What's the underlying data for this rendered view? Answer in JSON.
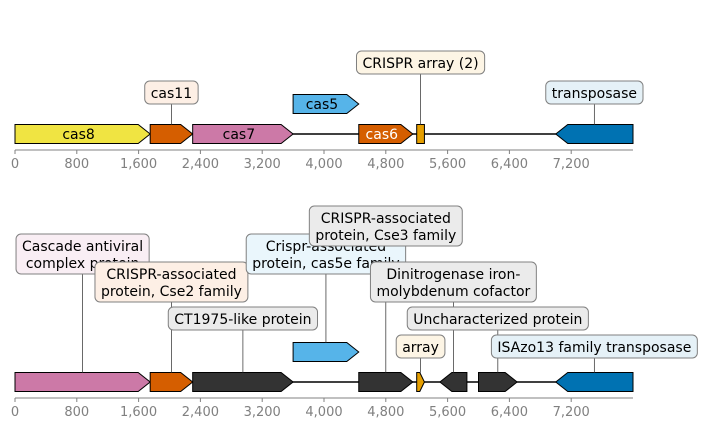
{
  "colors": {
    "yellow": "#F0E442",
    "orange": "#D55E00",
    "pink": "#CC79A7",
    "sky": "#56B4E9",
    "gold": "#E69F00",
    "blue": "#0072B2",
    "dark": "#333333",
    "axis": "#808080",
    "label_bg_orange": "#FDEFE5",
    "label_bg_pink": "#F9EEF4",
    "label_bg_sky": "#EAF6FC",
    "label_bg_gold": "#FDF5E5",
    "label_bg_blue": "#E5F1F7",
    "label_bg_gray": "#EBEBEB"
  },
  "tracks": [
    {
      "name": "track-top",
      "axis": {
        "min": 0,
        "max": 8000,
        "ticks": [
          0,
          800,
          1600,
          2400,
          3200,
          4000,
          4800,
          5600,
          6400,
          7200
        ],
        "tick_labels": [
          "0",
          "800",
          "1,600",
          "2,400",
          "3,200",
          "4,000",
          "4,800",
          "5,600",
          "6,400",
          "7,200"
        ]
      },
      "features": [
        {
          "id": "cas8",
          "start": 0,
          "end": 1750,
          "strand": 1,
          "color": "yellow",
          "label": "cas8",
          "label_mode": "inside",
          "text_color": "#000000"
        },
        {
          "id": "cas11",
          "start": 1750,
          "end": 2300,
          "strand": 1,
          "color": "orange",
          "label": "cas11",
          "label_mode": "above",
          "label_row": 0,
          "label_bg": "label_bg_orange"
        },
        {
          "id": "cas7",
          "start": 2300,
          "end": 3600,
          "strand": 1,
          "color": "pink",
          "label": "cas7",
          "label_mode": "inside",
          "text_color": "#000000"
        },
        {
          "id": "cas5",
          "start": 3600,
          "end": 4450,
          "strand": 1,
          "color": "sky",
          "label": "cas5",
          "label_mode": "inside-raised",
          "text_color": "#000000",
          "level": 1
        },
        {
          "id": "cas6",
          "start": 4450,
          "end": 5150,
          "strand": 1,
          "color": "orange",
          "label": "cas6",
          "label_mode": "inside",
          "text_color": "#ffffff"
        },
        {
          "id": "crispr",
          "start": 5200,
          "end": 5300,
          "strand": 0,
          "color": "gold",
          "label": "CRISPR array (2)",
          "label_mode": "above",
          "label_row": 1,
          "label_bg": "label_bg_gold"
        },
        {
          "id": "transposase",
          "start": 7000,
          "end": 8000,
          "strand": -1,
          "color": "blue",
          "label": "transposase",
          "label_mode": "above",
          "label_row": 0,
          "label_bg": "label_bg_blue"
        }
      ]
    },
    {
      "name": "track-bottom",
      "axis": {
        "min": 0,
        "max": 8000,
        "ticks": [
          0,
          800,
          1600,
          2400,
          3200,
          4000,
          4800,
          5600,
          6400,
          7200
        ],
        "tick_labels": [
          "0",
          "800",
          "1,600",
          "2,400",
          "3,200",
          "4,000",
          "4,800",
          "5,600",
          "6,400",
          "7,200"
        ]
      },
      "features": [
        {
          "id": "cascade",
          "start": 0,
          "end": 1750,
          "strand": 1,
          "color": "pink",
          "label": "Cascade antiviral\ncomplex protein",
          "label_mode": "above",
          "label_row": 3,
          "label_bg": "label_bg_pink"
        },
        {
          "id": "cse2",
          "start": 1750,
          "end": 2300,
          "strand": 1,
          "color": "orange",
          "label": "CRISPR-associated\nprotein, Cse2 family",
          "label_mode": "above",
          "label_row": 2,
          "label_bg": "label_bg_orange"
        },
        {
          "id": "ct1975",
          "start": 2300,
          "end": 3600,
          "strand": 1,
          "color": "dark",
          "label": "CT1975-like protein",
          "label_mode": "above",
          "label_row": 1,
          "label_bg": "label_bg_gray"
        },
        {
          "id": "cas5e",
          "start": 3600,
          "end": 4450,
          "strand": 1,
          "color": "sky",
          "level": 1,
          "label": "Crispr-associated\nprotein, cas5e family",
          "label_mode": "above",
          "label_row": 3,
          "label_bg": "label_bg_sky"
        },
        {
          "id": "cse3",
          "start": 4450,
          "end": 5150,
          "strand": 1,
          "color": "dark",
          "label": "CRISPR-associated\nprotein, Cse3 family",
          "label_mode": "above",
          "label_row": 4,
          "label_bg": "label_bg_gray"
        },
        {
          "id": "array",
          "start": 5200,
          "end": 5300,
          "strand": 1,
          "color": "gold",
          "label": "array",
          "label_mode": "above",
          "label_row": 0,
          "label_bg": "label_bg_gold"
        },
        {
          "id": "dinitrogenase",
          "start": 5500,
          "end": 5850,
          "strand": -1,
          "color": "dark",
          "label": "Dinitrogenase iron-\nmolybdenum cofactor",
          "label_mode": "above",
          "label_row": 2,
          "label_bg": "label_bg_gray"
        },
        {
          "id": "uncharacterized",
          "start": 6000,
          "end": 6500,
          "strand": 1,
          "color": "dark",
          "label": "Uncharacterized protein",
          "label_mode": "above",
          "label_row": 1,
          "label_bg": "label_bg_gray"
        },
        {
          "id": "isazo13",
          "start": 7000,
          "end": 8000,
          "strand": -1,
          "color": "blue",
          "label": "ISAzo13 family transposase",
          "label_mode": "above",
          "label_row": 0,
          "label_bg": "label_bg_blue"
        }
      ]
    }
  ]
}
